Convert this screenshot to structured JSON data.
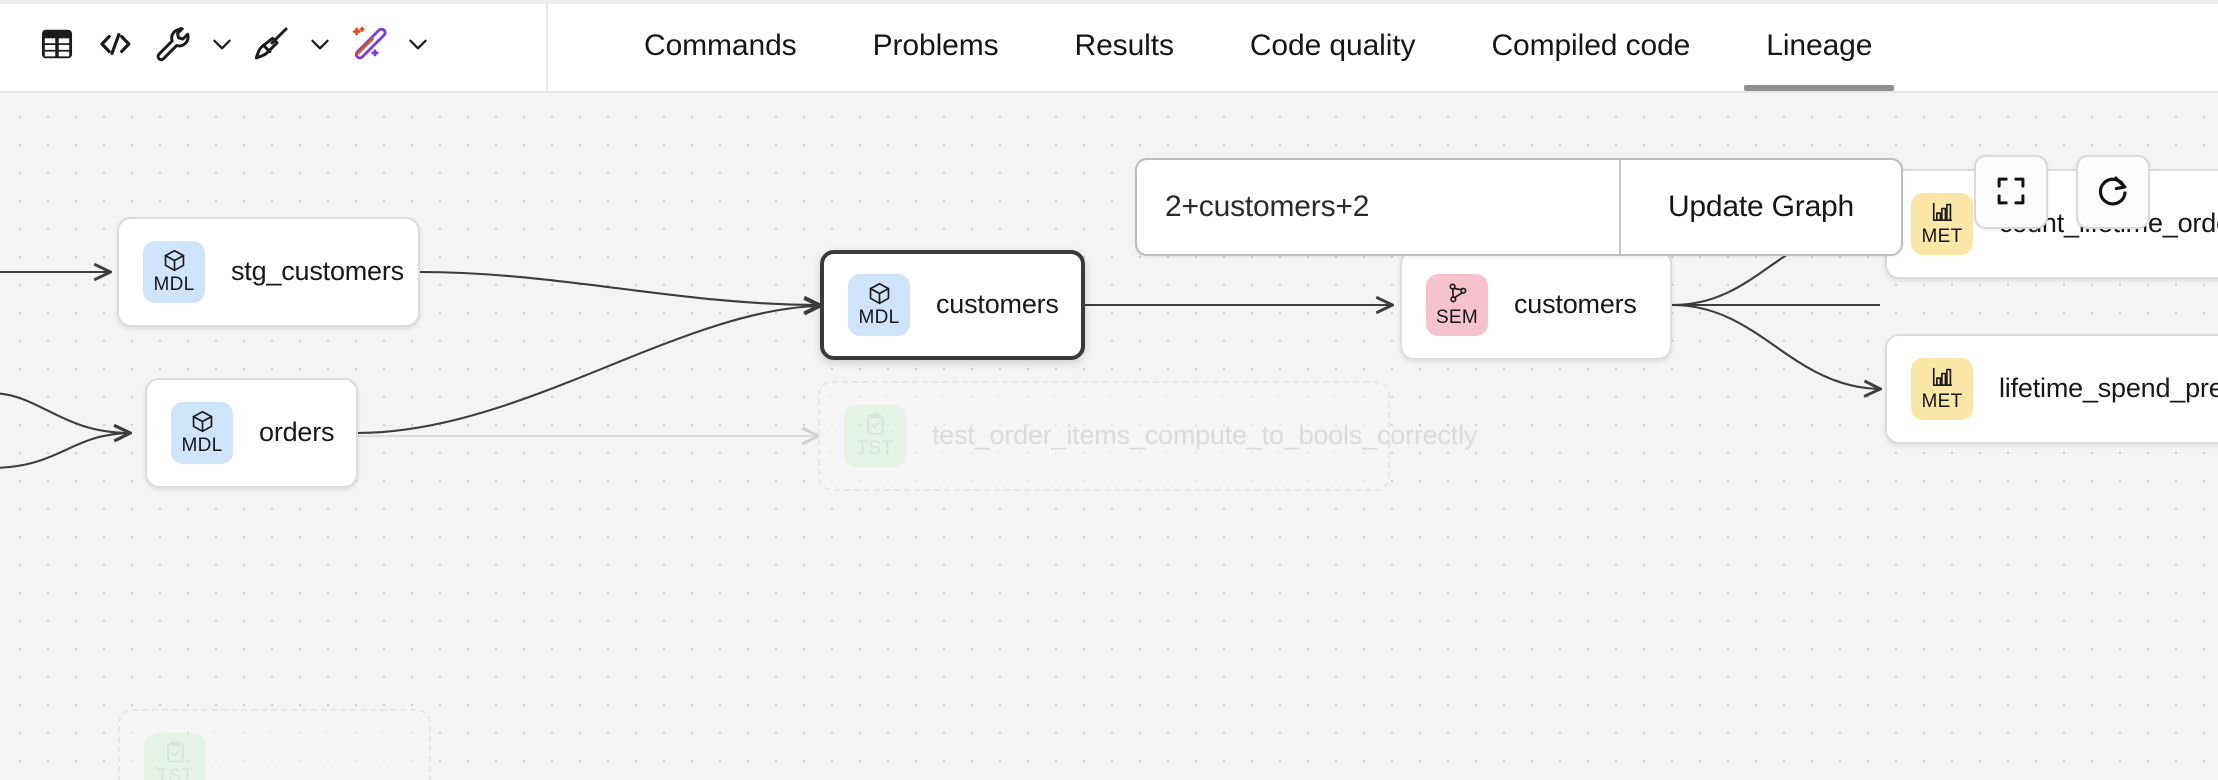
{
  "header": {
    "toolbar": [
      {
        "name": "table-view-icon",
        "label": "Table view"
      },
      {
        "name": "code-view-icon",
        "label": "Code view"
      },
      {
        "name": "wrench-icon",
        "label": "Tools",
        "has_chevron": true
      },
      {
        "name": "broom-icon",
        "label": "Format",
        "has_chevron": true
      },
      {
        "name": "magic-wand-icon",
        "label": "AI assist",
        "has_chevron": true
      }
    ],
    "tabs": [
      {
        "label": "Commands",
        "active": false
      },
      {
        "label": "Problems",
        "active": false
      },
      {
        "label": "Results",
        "active": false
      },
      {
        "label": "Code quality",
        "active": false
      },
      {
        "label": "Compiled code",
        "active": false
      },
      {
        "label": "Lineage",
        "active": true
      }
    ]
  },
  "search": {
    "value": "2+customers+2",
    "placeholder": "",
    "button_label": "Update Graph"
  },
  "canvas_controls": [
    {
      "name": "fit-view-icon",
      "label": "Fit view"
    },
    {
      "name": "refresh-icon",
      "label": "Refresh graph"
    }
  ],
  "graph": {
    "nodes": [
      {
        "id": "stg_customers",
        "type": "MDL",
        "label": "stg_customers",
        "state": "normal"
      },
      {
        "id": "orders",
        "type": "MDL",
        "label": "orders",
        "state": "normal"
      },
      {
        "id": "customers_mdl",
        "type": "MDL",
        "label": "customers",
        "state": "selected"
      },
      {
        "id": "customers_sem",
        "type": "SEM",
        "label": "customers",
        "state": "normal"
      },
      {
        "id": "count_lifetime_orders",
        "type": "MET",
        "label": "count_lifetime_order",
        "state": "normal"
      },
      {
        "id": "lifetime_spend_pretax",
        "type": "MET",
        "label": "lifetime_spend_preta",
        "state": "normal"
      },
      {
        "id": "test_order_items",
        "type": "TST",
        "label": "test_order_items_compute_to_bools_correctly",
        "state": "dimmed"
      },
      {
        "id": "test_partial",
        "type": "TST",
        "label": "",
        "state": "dimmed"
      }
    ],
    "badge_colors": {
      "MDL": "#cfe3fa",
      "SEM": "#f5c2ce",
      "MET": "#fae7a8",
      "TST": "#dff3e0"
    },
    "edge_color": "#3d3d3d",
    "dimmed_edge_color": "#dcdcdc"
  },
  "theme": {
    "canvas_bg": "#f4f4f4",
    "dot_color": "#cfcfcf",
    "active_tab_underline": "#8e8e8e",
    "node_border": "#dcdcdc",
    "selected_node_border": "#3a3a3c"
  }
}
